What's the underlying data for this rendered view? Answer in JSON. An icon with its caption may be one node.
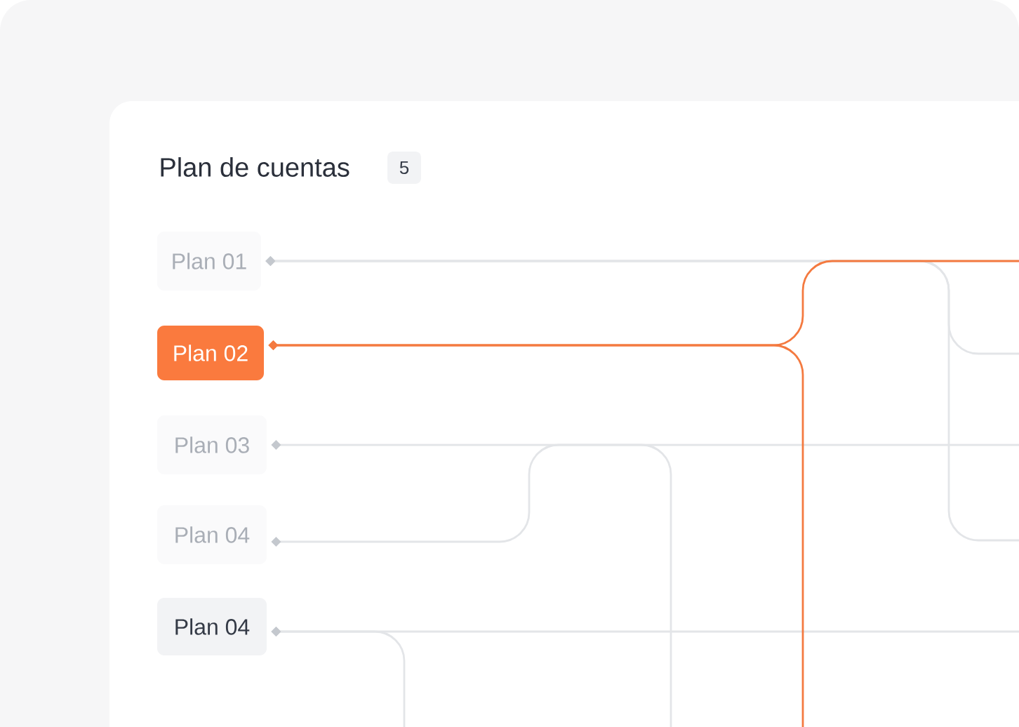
{
  "diagram": {
    "title": "Plan de cuentas",
    "nodes": [
      {
        "text": [
          "Plan 01"
        ]
      },
      {
        "text": [
          "Plan 02"
        ]
      },
      {
        "text": [
          "Plan 03"
        ]
      },
      {
        "text": [
          "Plan 04"
        ]
      },
      {
        "text": [
          "Plan 04"
        ]
      }
    ],
    "edges": [
      {
        "from": 0,
        "to": null,
        "arrow": "other"
      },
      {
        "from": 0,
        "to": null,
        "arrow": "other"
      },
      {
        "from": 0,
        "to": null,
        "arrow": "other"
      },
      {
        "from": 1,
        "to": null,
        "arrow": "other",
        "color": "#f47a40"
      },
      {
        "from": 1,
        "to": null,
        "arrow": "other",
        "color": "#f47a40"
      },
      {
        "from": 2,
        "to": null,
        "arrow": "other"
      },
      {
        "from": 3,
        "to": null,
        "arrow": "other"
      },
      {
        "from": 4,
        "to": null,
        "arrow": "other"
      },
      {
        "from": 4,
        "to": null,
        "arrow": "other"
      }
    ],
    "labels": [
      "5"
    ]
  }
}
